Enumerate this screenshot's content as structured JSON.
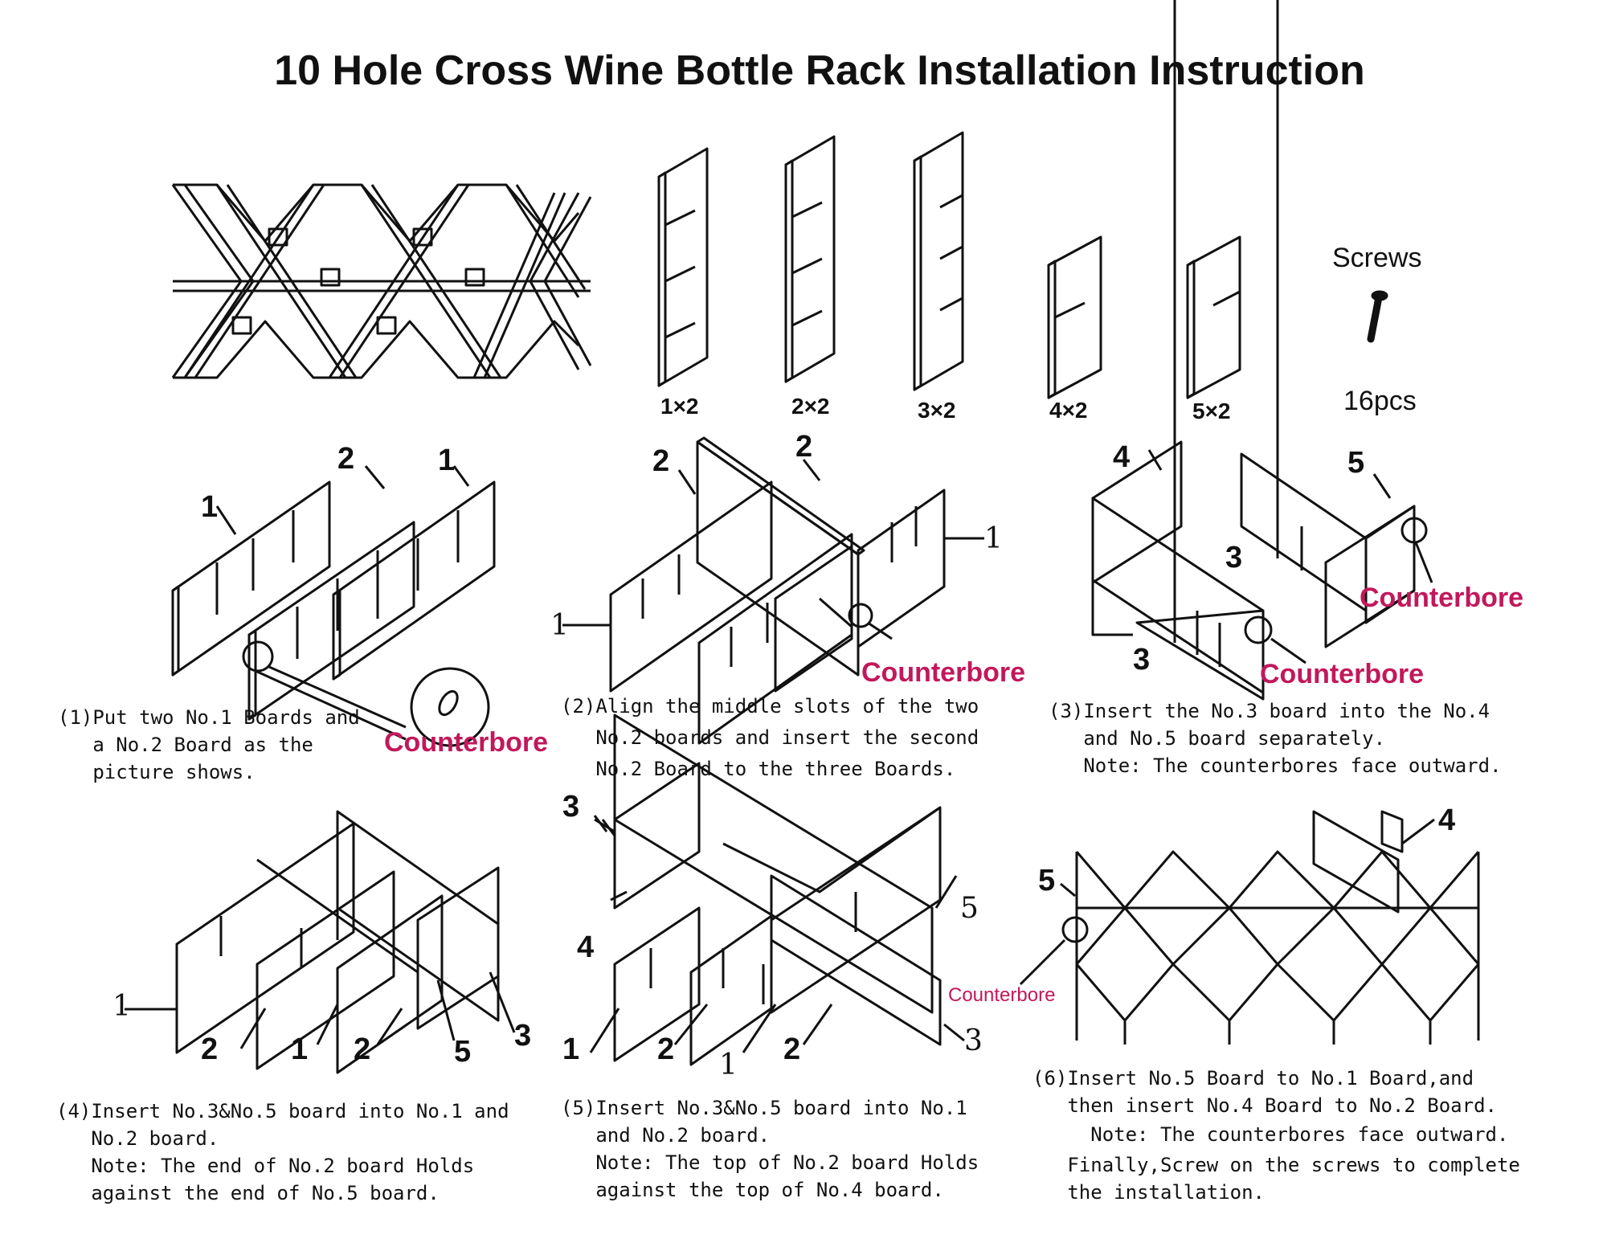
{
  "title": "10 Hole Cross Wine Bottle Rack Installation Instruction",
  "parts": {
    "boards": [
      {
        "label": "1×2"
      },
      {
        "label": "2×2"
      },
      {
        "label": "3×2"
      },
      {
        "label": "4×2"
      },
      {
        "label": "5×2"
      }
    ],
    "screws_label": "Screws",
    "screws_count": "16pcs"
  },
  "counterbore_label": "Counterbore",
  "steps": [
    {
      "id": "1",
      "caption": [
        "(1)Put two No.1 Boards and",
        "   a No.2 Board as the",
        "   picture shows."
      ],
      "numbers": [
        "1",
        "2",
        "1"
      ]
    },
    {
      "id": "2",
      "caption": [
        "(2)Align the middle slots of the two",
        "   No.2 boards and insert the second",
        "   No.2 Board to the three Boards."
      ],
      "numbers": [
        "2",
        "2",
        "1",
        "1"
      ]
    },
    {
      "id": "3",
      "caption": [
        "(3)Insert the No.3 board into the No.4",
        "   and No.5 board separately.",
        "   Note: The counterbores face outward."
      ],
      "numbers": [
        "4",
        "5",
        "3",
        "3"
      ]
    },
    {
      "id": "4",
      "caption": [
        "(4)Insert No.3&No.5 board into No.1 and",
        "   No.2 board.",
        "   Note: The end of No.2 board Holds",
        "   against the end of No.5 board."
      ],
      "numbers": [
        "1",
        "2",
        "1",
        "2",
        "5",
        "3"
      ]
    },
    {
      "id": "5",
      "caption": [
        "(5)Insert No.3&No.5 board into No.1",
        "   and No.2 board.",
        "   Note: The top of No.2 board Holds",
        "   against the top of No.4 board."
      ],
      "numbers": [
        "3",
        "4",
        "1",
        "2",
        "1",
        "2",
        "5",
        "3"
      ]
    },
    {
      "id": "6",
      "caption": [
        "(6)Insert No.5 Board to No.1 Board,and",
        "   then insert No.4 Board to No.2 Board.",
        "     Note: The counterbores face outward.",
        "   Finally,Screw on the screws to complete",
        "   the installation."
      ],
      "numbers": [
        "5",
        "4"
      ]
    }
  ]
}
